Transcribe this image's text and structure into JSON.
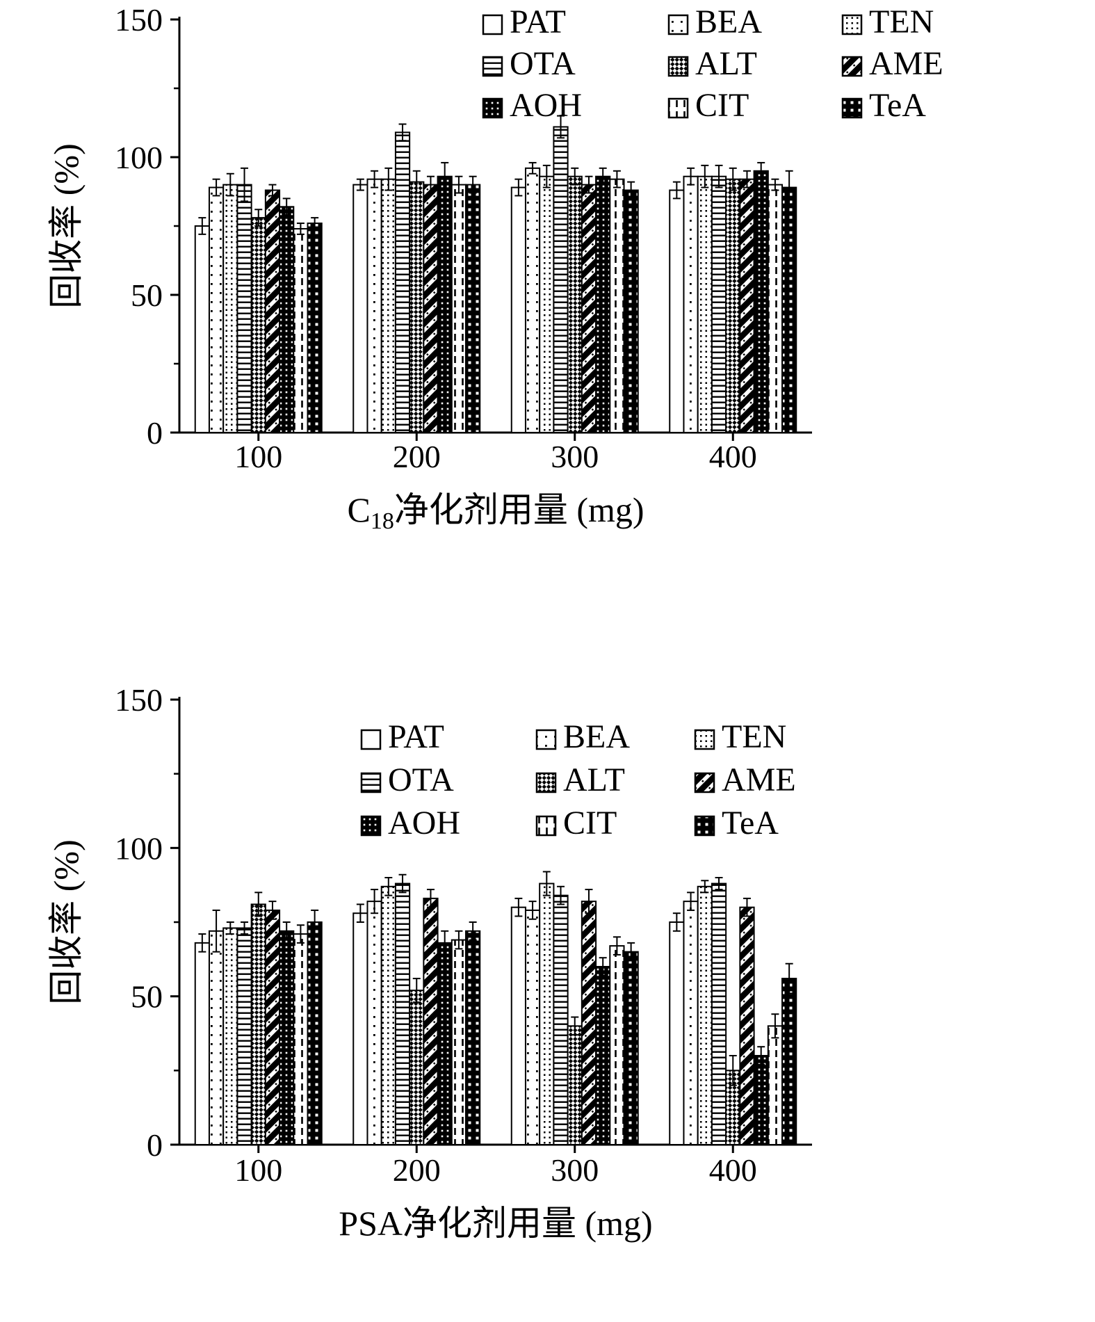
{
  "chart_data": [
    {
      "type": "bar",
      "title": "",
      "ylabel": "回收率 (%)",
      "xlabel": "C18净化剂用量 (mg)",
      "xlabel_parts": [
        {
          "text": "C"
        },
        {
          "text": "18",
          "sub": true
        },
        {
          "text": "净化剂用量 (mg)"
        }
      ],
      "ylim": [
        0,
        150
      ],
      "yticks": [
        0,
        50,
        100,
        150
      ],
      "categories": [
        "100",
        "200",
        "300",
        "400"
      ],
      "legend_order": [
        "PAT",
        "BEA",
        "TEN",
        "OTA",
        "ALT",
        "AME",
        "AOH",
        "CIT",
        "TeA"
      ],
      "series": [
        {
          "name": "PAT",
          "values": [
            75,
            90,
            89,
            88
          ],
          "errors": [
            3,
            2,
            3,
            3
          ]
        },
        {
          "name": "BEA",
          "values": [
            89,
            92,
            96,
            93
          ],
          "errors": [
            3,
            3,
            2,
            3
          ]
        },
        {
          "name": "TEN",
          "values": [
            90,
            92,
            93,
            93
          ],
          "errors": [
            4,
            4,
            4,
            4
          ]
        },
        {
          "name": "OTA",
          "values": [
            90,
            109,
            111,
            93
          ],
          "errors": [
            6,
            3,
            4,
            4
          ]
        },
        {
          "name": "ALT",
          "values": [
            78,
            91,
            93,
            92
          ],
          "errors": [
            3,
            4,
            3,
            4
          ]
        },
        {
          "name": "AME",
          "values": [
            88,
            90,
            90,
            92
          ],
          "errors": [
            2,
            3,
            3,
            3
          ]
        },
        {
          "name": "AOH",
          "values": [
            82,
            93,
            93,
            95
          ],
          "errors": [
            3,
            5,
            3,
            3
          ]
        },
        {
          "name": "CIT",
          "values": [
            74,
            90,
            92,
            90
          ],
          "errors": [
            2,
            3,
            3,
            2
          ]
        },
        {
          "name": "TeA",
          "values": [
            76,
            90,
            88,
            89
          ],
          "errors": [
            2,
            3,
            3,
            6
          ]
        }
      ]
    },
    {
      "type": "bar",
      "title": "",
      "ylabel": "回收率 (%)",
      "xlabel": "PSA净化剂用量 (mg)",
      "xlabel_parts": [
        {
          "text": "PSA净化剂用量 (mg)"
        }
      ],
      "ylim": [
        0,
        150
      ],
      "yticks": [
        0,
        50,
        100,
        150
      ],
      "categories": [
        "100",
        "200",
        "300",
        "400"
      ],
      "legend_order": [
        "PAT",
        "BEA",
        "TEN",
        "OTA",
        "ALT",
        "AME",
        "AOH",
        "CIT",
        "TeA"
      ],
      "series": [
        {
          "name": "PAT",
          "values": [
            68,
            78,
            80,
            75
          ],
          "errors": [
            3,
            3,
            3,
            3
          ]
        },
        {
          "name": "BEA",
          "values": [
            72,
            82,
            79,
            82
          ],
          "errors": [
            7,
            4,
            3,
            3
          ]
        },
        {
          "name": "TEN",
          "values": [
            73,
            87,
            88,
            87
          ],
          "errors": [
            2,
            3,
            4,
            2
          ]
        },
        {
          "name": "OTA",
          "values": [
            73,
            88,
            84,
            88
          ],
          "errors": [
            2,
            3,
            3,
            2
          ]
        },
        {
          "name": "ALT",
          "values": [
            81,
            52,
            40,
            25
          ],
          "errors": [
            4,
            4,
            3,
            5
          ]
        },
        {
          "name": "AME",
          "values": [
            79,
            83,
            82,
            80
          ],
          "errors": [
            3,
            3,
            4,
            3
          ]
        },
        {
          "name": "AOH",
          "values": [
            72,
            68,
            60,
            30
          ],
          "errors": [
            3,
            4,
            3,
            3
          ]
        },
        {
          "name": "CIT",
          "values": [
            71,
            69,
            67,
            40
          ],
          "errors": [
            3,
            3,
            3,
            4
          ]
        },
        {
          "name": "TeA",
          "values": [
            75,
            72,
            65,
            56
          ],
          "errors": [
            4,
            3,
            3,
            5
          ]
        }
      ]
    }
  ],
  "colors": {
    "ink": "#000000",
    "background": "#ffffff"
  }
}
